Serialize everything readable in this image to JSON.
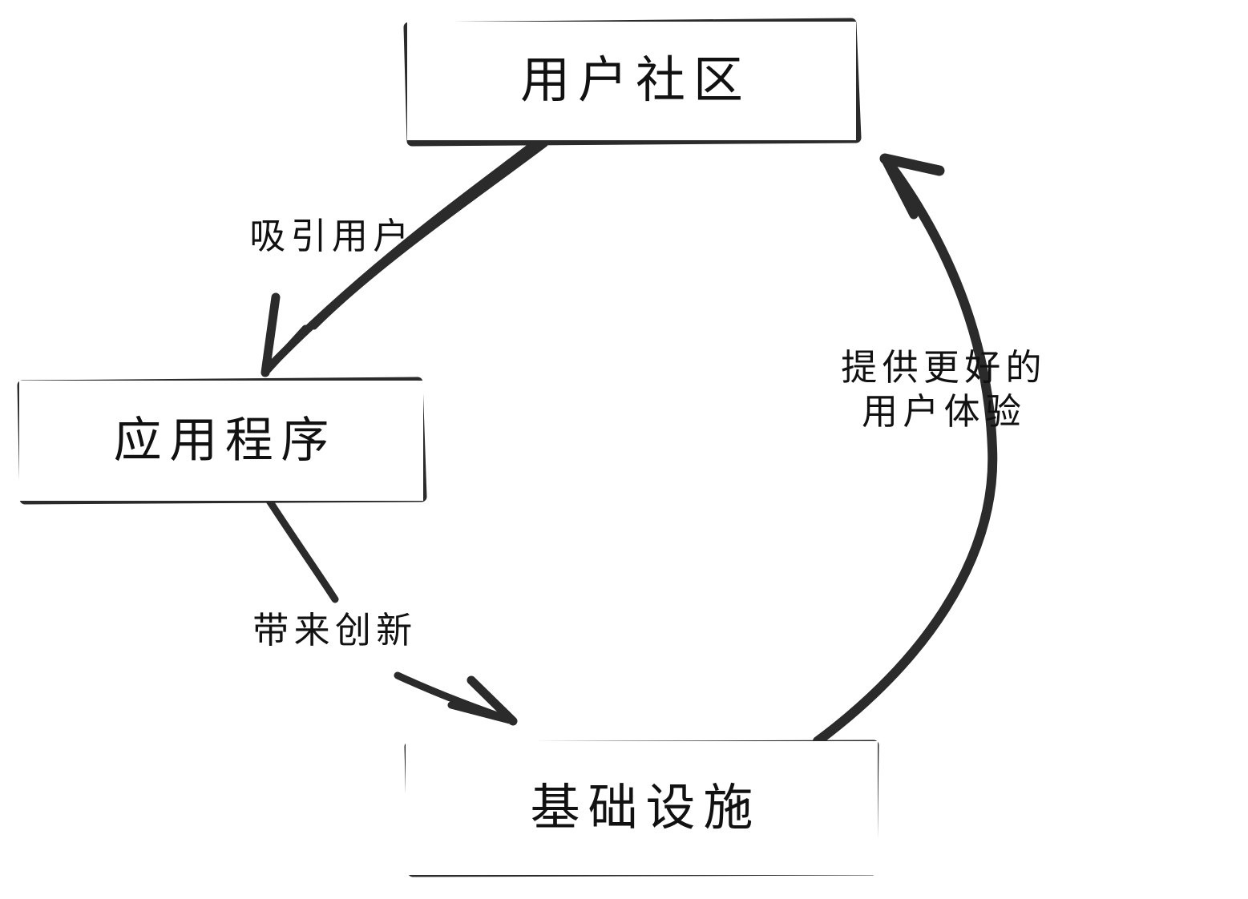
{
  "diagram": {
    "title": "",
    "style": "hand-drawn cycle diagram",
    "stroke_color": "#2b2b2b",
    "background_color": "#ffffff",
    "text_color": "#111111",
    "nodes": [
      {
        "id": "community",
        "label": "用户社区"
      },
      {
        "id": "application",
        "label": "应用程序"
      },
      {
        "id": "infrastructure",
        "label": "基础设施"
      }
    ],
    "edges": [
      {
        "id": "attract",
        "from": "community",
        "to": "application",
        "label": "吸引用户",
        "label_lines": [
          "吸引用户"
        ]
      },
      {
        "id": "innovate",
        "from": "application",
        "to": "infrastructure",
        "label": "带来创新",
        "label_lines": [
          "带来创新"
        ]
      },
      {
        "id": "experience",
        "from": "infrastructure",
        "to": "community",
        "label": "提供更好的用户体验",
        "label_lines": [
          "提供更好的",
          "用户体验"
        ]
      }
    ]
  }
}
